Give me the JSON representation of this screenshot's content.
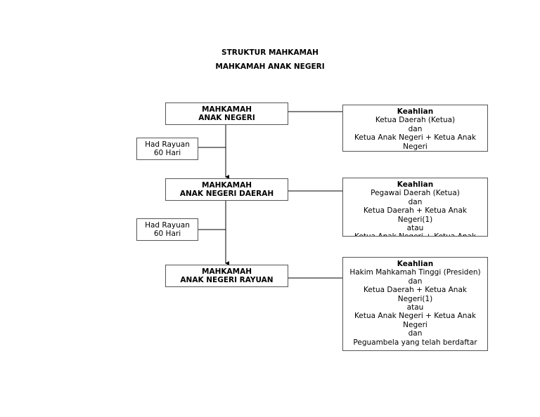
{
  "title": "STRUKTUR MAHKAMAH",
  "subtitle": "MAHKAMAH ANAK NEGERI",
  "courts": [
    {
      "line1": "MAHKAMAH",
      "line2": "ANAK NEGERI"
    },
    {
      "line1": "MAHKAMAH",
      "line2": "ANAK NEGERI DAERAH"
    },
    {
      "line1": "MAHKAMAH",
      "line2": "ANAK NEGERI RAYUAN"
    }
  ],
  "appeal_limits": [
    {
      "line1": "Had Rayuan",
      "line2": "60 Hari"
    },
    {
      "line1": "Had Rayuan",
      "line2": "60 Hari"
    }
  ],
  "keahlian": [
    {
      "heading": "Keahlian",
      "lines": [
        "Ketua Daerah (Ketua)",
        "dan",
        "Ketua Anak Negeri + Ketua Anak",
        "Negeri"
      ]
    },
    {
      "heading": "Keahlian",
      "lines": [
        "Pegawai Daerah (Ketua)",
        "dan",
        "Ketua Daerah + Ketua Anak",
        "Negeri(1)",
        "atau",
        "Ketua Anak Negeri + Ketua Anak"
      ]
    },
    {
      "heading": "Keahlian",
      "lines": [
        "Hakim Mahkamah Tinggi (Presiden)",
        "dan",
        "Ketua Daerah + Ketua Anak",
        "Negeri(1)",
        "atau",
        "Ketua Anak Negeri + Ketua Anak",
        "Negeri",
        "dan",
        "Peguambela yang telah berdaftar"
      ]
    }
  ]
}
